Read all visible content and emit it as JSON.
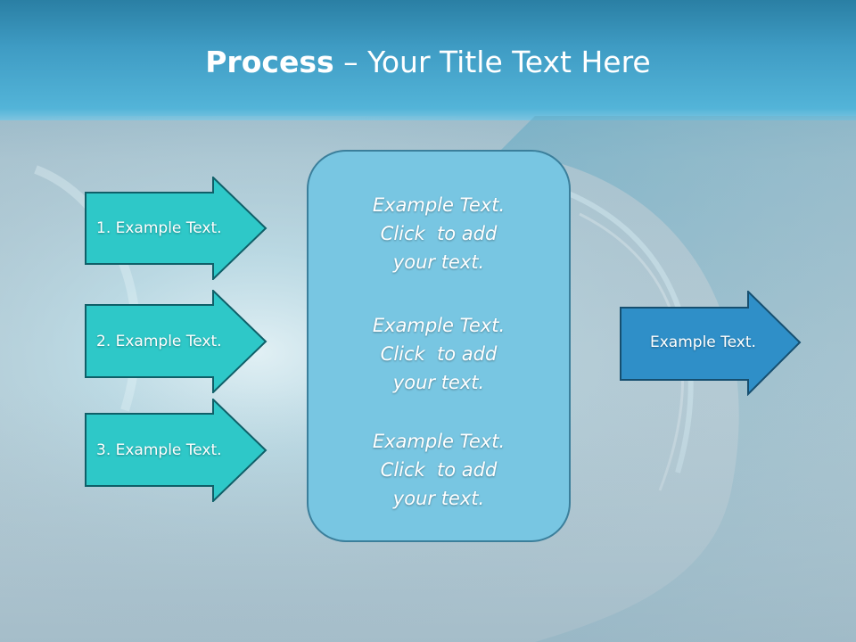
{
  "slide": {
    "title_bold": "Process",
    "title_rest": " – Your Title Text Here"
  },
  "left_arrows": [
    {
      "label": "1. Example Text."
    },
    {
      "label": "2. Example Text."
    },
    {
      "label": "3. Example Text."
    }
  ],
  "center_box": {
    "paragraphs": [
      {
        "line1": "Example Text.",
        "line2": "Click  to add",
        "line3": "your text."
      },
      {
        "line1": "Example Text.",
        "line2": "Click  to add",
        "line3": "your text."
      },
      {
        "line1": "Example Text.",
        "line2": "Click  to add",
        "line3": "your text."
      }
    ]
  },
  "right_arrow": {
    "label": "Example Text."
  },
  "colors": {
    "left_arrow_fill": "#2ec8c8",
    "left_arrow_stroke": "#0f5f68",
    "center_fill": "#78c6e2",
    "center_stroke": "#3b7f9b",
    "right_arrow_fill": "#2f8fc8",
    "right_arrow_stroke": "#164f70",
    "header": "#3f9cc4"
  }
}
